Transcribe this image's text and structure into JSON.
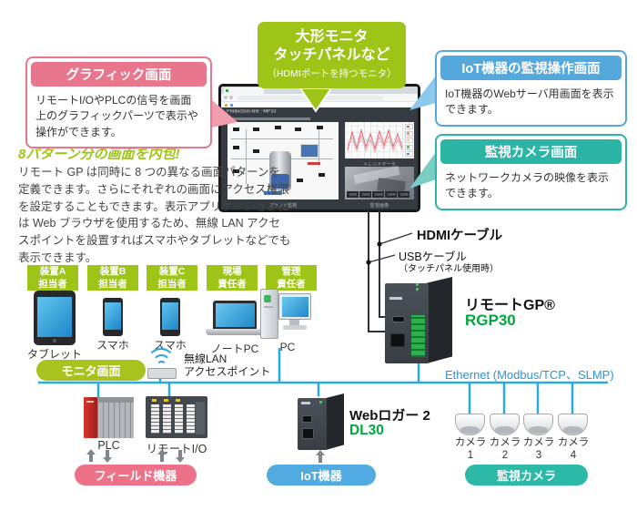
{
  "callouts": {
    "monitor": {
      "line1": "大形モニタ",
      "line2": "タッチパネルなど",
      "sub": "（HDMIポートを持つモニタ）"
    },
    "graphic": {
      "title": "グラフィック画面",
      "body": "リモートI/OやPLCの信号を画面上のグラフィックパーツで表示や操作ができます。"
    },
    "iot": {
      "title": "IoT機器の監視操作画面",
      "body": "IoT機器のWebサーバ用画面を表示できます。"
    },
    "camera": {
      "title": "監視カメラ画面",
      "body": "ネットワークカメラの映像を表示できます。"
    }
  },
  "feature": {
    "heading": "8パターン分の画面を内包!",
    "body": "リモート GP は同時に 8 つの異なる画面パターンを定義できます。さらにそれぞれの画面にアクセス権限を設定することもできます。表示アプリケーションには Web ブラウザを使用するため、無線 LAN アクセスポイントを設置すればスマホやタブレットなどでも表示できます。"
  },
  "screen": {
    "title": "Production line : MP10",
    "captions": [
      "プラント監視",
      "トレンドデータ",
      "監視画像"
    ],
    "cam_buttons": [
      "Cam1",
      "Cam2",
      "Cam3",
      "Cam4",
      "Cam5"
    ]
  },
  "cables": {
    "hdmi": "HDMIケーブル",
    "usb": "USBケーブル",
    "usb_note": "（タッチパネル使用時）"
  },
  "gateway": {
    "name": "リモートGP®",
    "model": "RGP30"
  },
  "network": {
    "ethernet": "Ethernet (Modbus/TCP、SLMP)"
  },
  "wifi": {
    "line1": "無線LAN",
    "line2": "アクセスポイント"
  },
  "pills": {
    "monitor": "モニタ画面",
    "field": "フィールド機器",
    "iot": "IoT機器",
    "camera": "監視カメラ"
  },
  "roles": [
    {
      "l1": "装置A",
      "l2": "担当者"
    },
    {
      "l1": "装置B",
      "l2": "担当者"
    },
    {
      "l1": "装置C",
      "l2": "担当者"
    },
    {
      "l1": "現場",
      "l2": "責任者"
    },
    {
      "l1": "管理",
      "l2": "責任者"
    }
  ],
  "user_devices": [
    "タブレット",
    "スマホ",
    "スマホ",
    "ノートPC",
    "PC"
  ],
  "field": {
    "plc": "PLC",
    "rio": "リモートI/O"
  },
  "iot_device": {
    "name": "Webロガー 2",
    "model": "DL30"
  },
  "cameras": [
    {
      "l1": "カメラ",
      "l2": "1"
    },
    {
      "l1": "カメラ",
      "l2": "2"
    },
    {
      "l1": "カメラ",
      "l2": "3"
    },
    {
      "l1": "カメラ",
      "l2": "4"
    }
  ],
  "colors": {
    "green": "#9ec417",
    "pink": "#e8768c",
    "blue": "#54a8dc",
    "teal": "#2bb5a4",
    "model_green": "#00a73c",
    "ethernet_blue": "#29abe2"
  }
}
